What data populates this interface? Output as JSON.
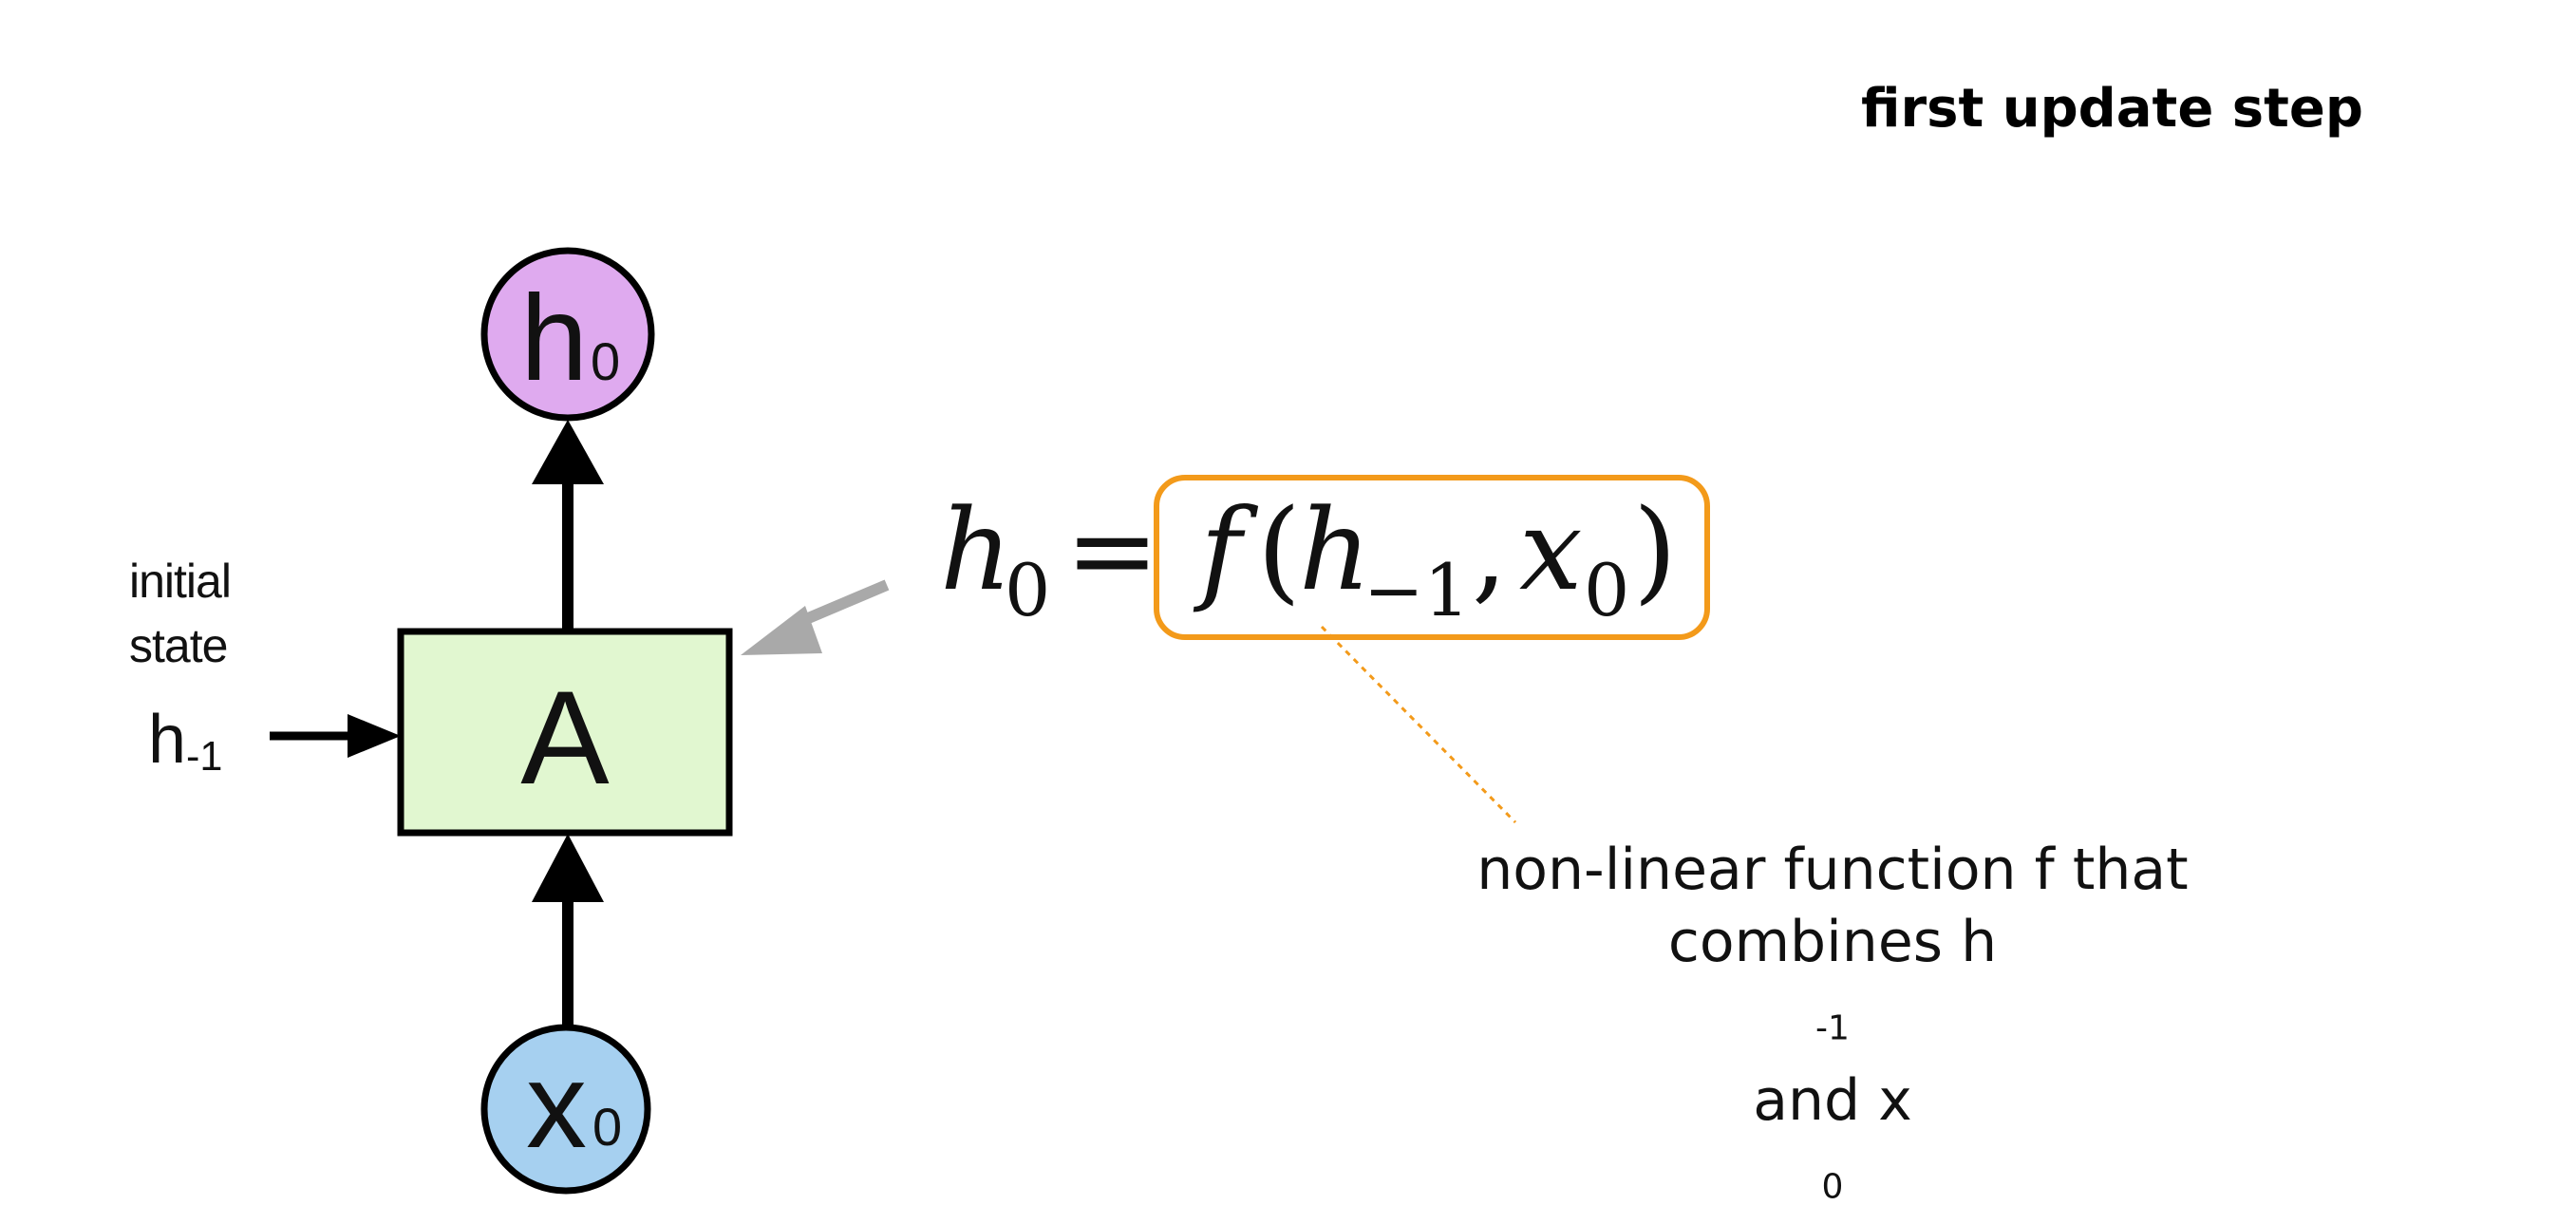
{
  "title": "first update step",
  "initial_state_label": [
    "initial",
    "state"
  ],
  "input_state": {
    "base": "h",
    "sub": "-1"
  },
  "cell": {
    "label": "A",
    "fill": "#e1f7d0"
  },
  "output_node": {
    "base": "h",
    "sub": "0",
    "fill": "#dfaaef"
  },
  "input_node": {
    "base": "x",
    "sub": "0",
    "fill": "#a6d0f0"
  },
  "equation": {
    "lhs": "h",
    "lhs_sub": "0",
    "equals": "=",
    "f": "f",
    "open_paren": "(",
    "arg1": "h",
    "arg1_sub": "−1",
    "comma": ",",
    "arg2": "x",
    "arg2_sub": "0",
    "close_paren": ")"
  },
  "highlight_color": "#f39a1a",
  "pointer_arrow_color": "#a9a9a9",
  "annotation": {
    "line1": "non-linear function f that",
    "line2_prefix": "combines h",
    "line2_sub1": "-1",
    "line2_mid": " and x",
    "line2_sub2": "0"
  }
}
